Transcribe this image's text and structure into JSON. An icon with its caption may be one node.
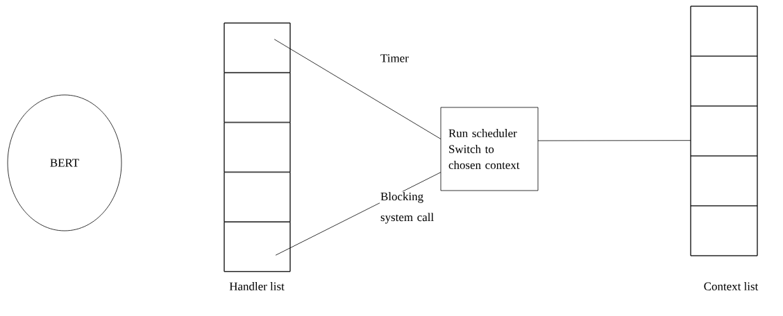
{
  "diagram": {
    "nodes": [
      {
        "text": [
          "BERT"
        ]
      },
      {
        "text": [],
        "shape": "box",
        "beside": [
          "Handler list"
        ]
      },
      {
        "text": [],
        "shape": "box",
        "in": 1
      },
      {
        "text": [],
        "shape": "box",
        "in": 1
      },
      {
        "text": [],
        "shape": "box",
        "in": 1
      },
      {
        "text": [],
        "shape": "box",
        "in": 1
      },
      {
        "text": [],
        "shape": "box",
        "in": 1
      },
      {
        "text": [
          "Run scheduler",
          "Switch to chosen context"
        ]
      },
      {
        "text": [],
        "shape": "box",
        "beside": [
          "Context list"
        ]
      },
      {
        "text": [],
        "shape": "box",
        "in": 8
      },
      {
        "text": [],
        "shape": "box",
        "in": 8
      },
      {
        "text": [],
        "shape": "box",
        "in": 8
      },
      {
        "text": [],
        "shape": "box",
        "in": 8
      },
      {
        "text": [],
        "shape": "box",
        "in": 8
      }
    ],
    "edges": [
      {
        "from": 2,
        "to": 7,
        "arrow": "none",
        "label": "Timer"
      },
      {
        "from": 6,
        "to": 7,
        "arrow": "none",
        "label": "Blocking system call"
      },
      {
        "from": 7,
        "to": 11,
        "arrow": "none"
      }
    ]
  }
}
